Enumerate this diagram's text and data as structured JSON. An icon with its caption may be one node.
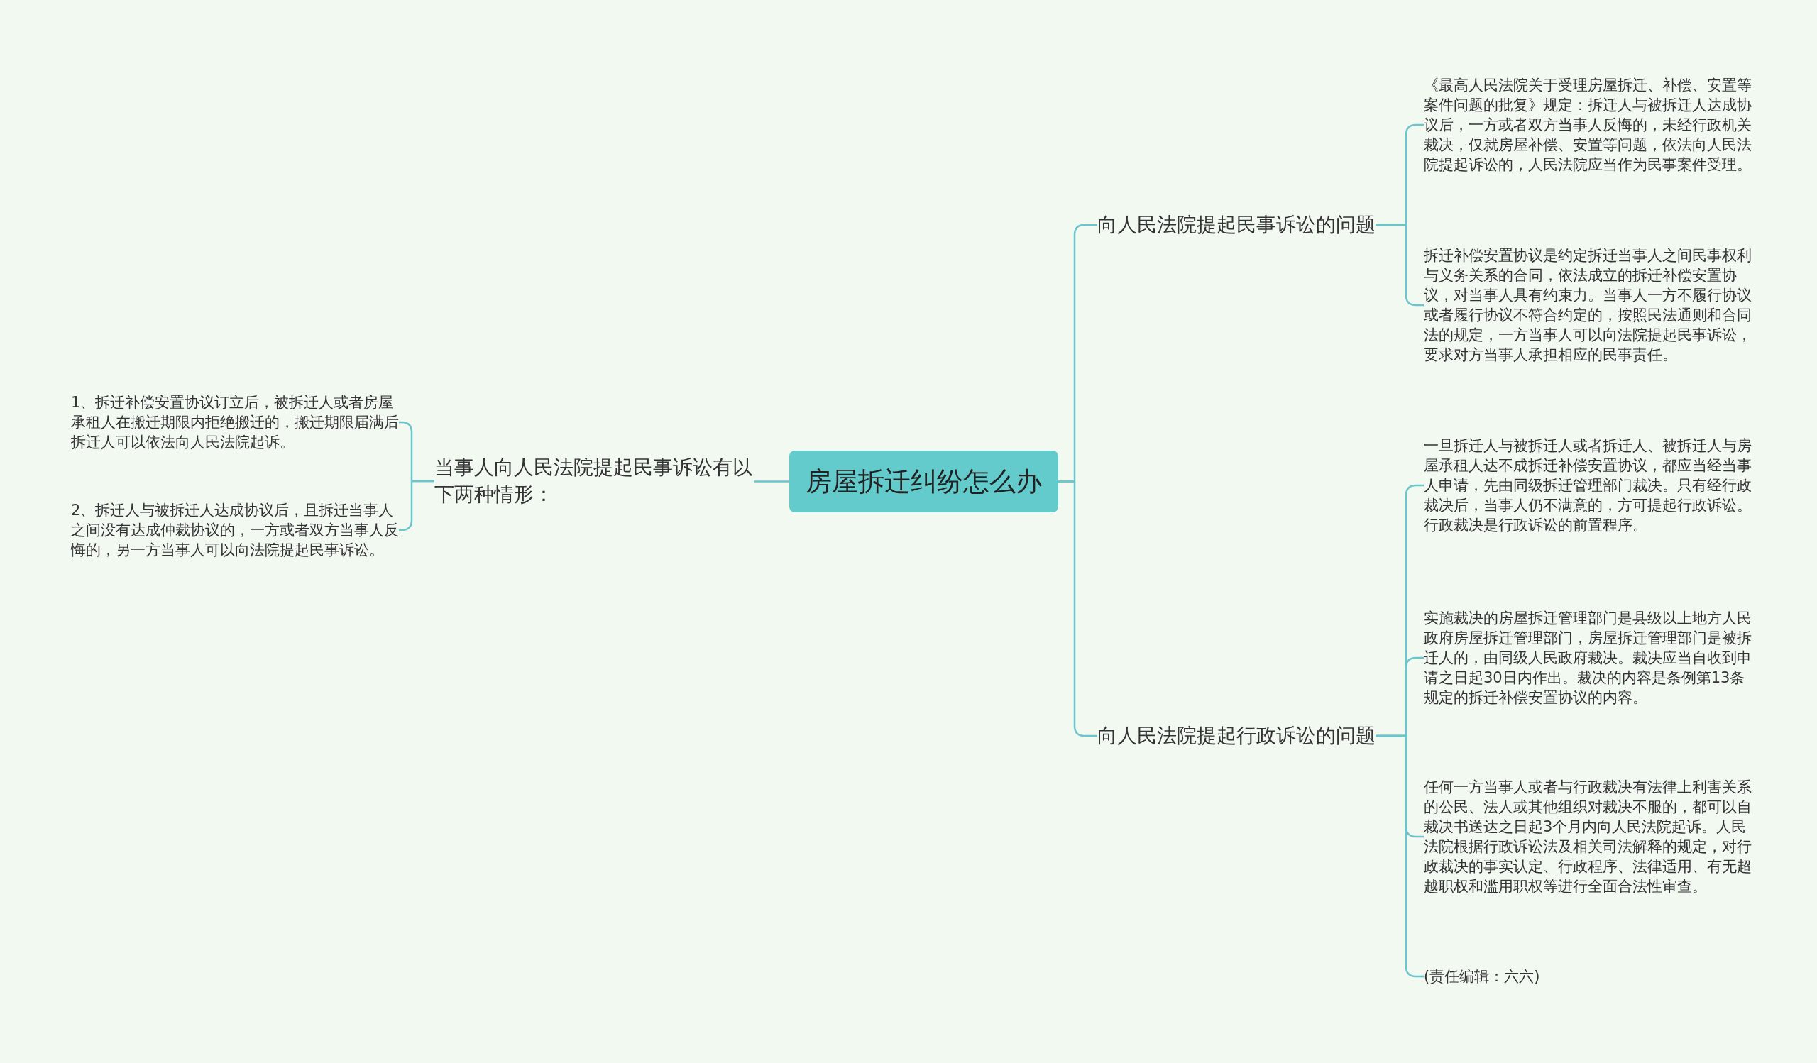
{
  "diagram": {
    "nodes": [
      {
        "text": [
          "房屋拆迁纠纷怎么办"
        ]
      },
      {
        "text": [
          "当事人向人民法院提起民事诉讼有以下两种情形："
        ]
      },
      {
        "text": [
          "1、拆迁补偿安置协议订立后，被拆迁人或者房屋承租人在搬迁期限内拒绝搬迁的，搬迁期限届满后拆迁人可以依法向人民法院起诉。"
        ]
      },
      {
        "text": [
          "2、拆迁人与被拆迁人达成协议后，且拆迁当事人之间没有达成仲裁协议的，一方或者双方当事人反悔的，另一方当事人可以向法院提起民事诉讼。"
        ]
      },
      {
        "text": [
          "向人民法院提起民事诉讼的问题"
        ]
      },
      {
        "text": [
          "《最高人民法院关于受理房屋拆迁、补偿、安置等案件问题的批复》规定：拆迁人与被拆迁人达成协议后，一方或者双方当事人反悔的，未经行政机关裁决，仅就房屋补偿、安置等问题，依法向人民法院提起诉讼的，人民法院应当作为民事案件受理。"
        ]
      },
      {
        "text": [
          "拆迁补偿安置协议是约定拆迁当事人之间民事权利与义务关系的合同，依法成立的拆迁补偿安置协议，对当事人具有约束力。当事人一方不履行协议或者履行协议不符合约定的，按照民法通则和合同法的规定，一方当事人可以向法院提起民事诉讼，要求对方当事人承担相应的民事责任。"
        ]
      },
      {
        "text": [
          "向人民法院提起行政诉讼的问题"
        ]
      },
      {
        "text": [
          "一旦拆迁人与被拆迁人或者拆迁人、被拆迁人与房屋承租人达不成拆迁补偿安置协议，都应当经当事人申请，先由同级拆迁管理部门裁决。只有经行政裁决后，当事人仍不满意的，方可提起行政诉讼。行政裁决是行政诉讼的前置程序。"
        ]
      },
      {
        "text": [
          "实施裁决的房屋拆迁管理部门是县级以上地方人民政府房屋拆迁管理部门，房屋拆迁管理部门是被拆迁人的，由同级人民政府裁决。裁决应当自收到申请之日起30日内作出。裁决的内容是条例第13条规定的拆迁补偿安置协议的内容。"
        ]
      },
      {
        "text": [
          "任何一方当事人或者与行政裁决有法律上利害关系的公民、法人或其他组织对裁决不服的，都可以自裁决书送达之日起3个月内向人民法院起诉。人民法院根据行政诉讼法及相关司法解释的规定，对行政裁决的事实认定、行政程序、法律适用、有无超越职权和滥用职权等进行全面合法性审查。"
        ]
      },
      {
        "text": [
          "(责任编辑：六六)"
        ]
      }
    ],
    "edges": [
      {
        "from": 0,
        "to": 1,
        "arrow": "none"
      },
      {
        "from": 1,
        "to": 2,
        "arrow": "none"
      },
      {
        "from": 1,
        "to": 3,
        "arrow": "none"
      },
      {
        "from": 0,
        "to": 4,
        "arrow": "none"
      },
      {
        "from": 0,
        "to": 7,
        "arrow": "none"
      },
      {
        "from": 4,
        "to": 5,
        "arrow": "none"
      },
      {
        "from": 4,
        "to": 6,
        "arrow": "none"
      },
      {
        "from": 7,
        "to": 8,
        "arrow": "none"
      },
      {
        "from": 7,
        "to": 9,
        "arrow": "none"
      },
      {
        "from": 7,
        "to": 10,
        "arrow": "none"
      },
      {
        "from": 7,
        "to": 11,
        "arrow": "none"
      }
    ]
  }
}
